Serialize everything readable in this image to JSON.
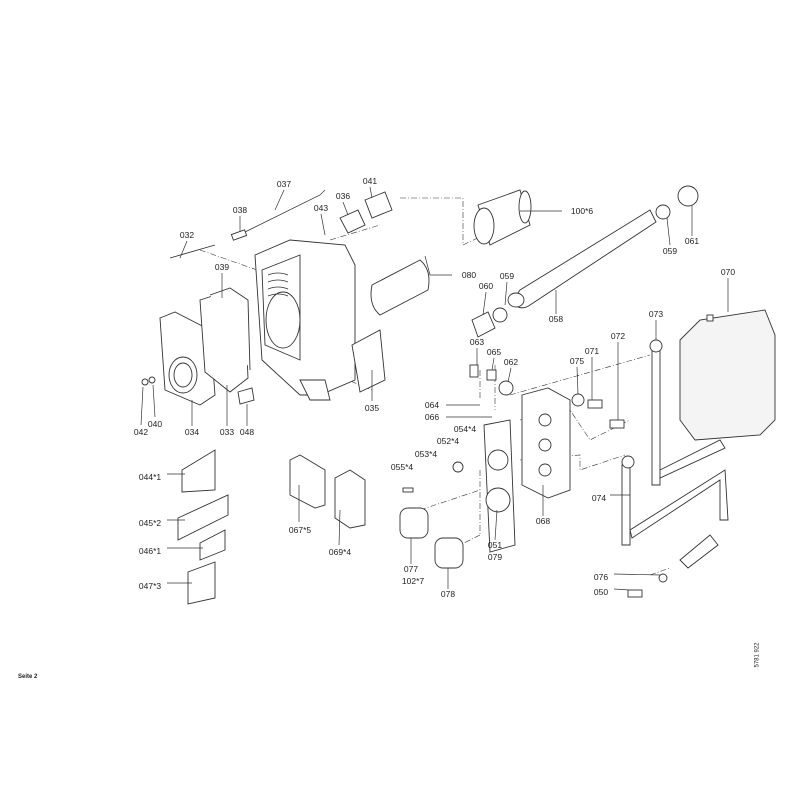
{
  "footer": {
    "page_label": "Seite 2",
    "doc_number": "5781 922"
  },
  "labels": {
    "p037": "037",
    "p038": "038",
    "p036": "036",
    "p041": "041",
    "p043": "043",
    "p032": "032",
    "p039": "039",
    "p080": "080",
    "p100": "100*6",
    "p059a": "059",
    "p061": "061",
    "p070": "070",
    "p059b": "059",
    "p060": "060",
    "p058": "058",
    "p073": "073",
    "p063": "063",
    "p065": "065",
    "p062": "062",
    "p075": "075",
    "p071": "071",
    "p072": "072",
    "p064": "064",
    "p066": "066",
    "p054": "054*4",
    "p052": "052*4",
    "p053": "053*4",
    "p055": "055*4",
    "p068": "068",
    "p074": "074",
    "p051": "051",
    "p079": "079",
    "p077": "077",
    "p102": "102*7",
    "p078": "078",
    "p076": "076",
    "p050": "050",
    "p042": "042",
    "p040": "040",
    "p034": "034",
    "p033": "033",
    "p048": "048",
    "p035": "035",
    "p044": "044*1",
    "p045": "045*2",
    "p046": "046*1",
    "p047": "047*3",
    "p067": "067*5",
    "p069": "069*4"
  }
}
